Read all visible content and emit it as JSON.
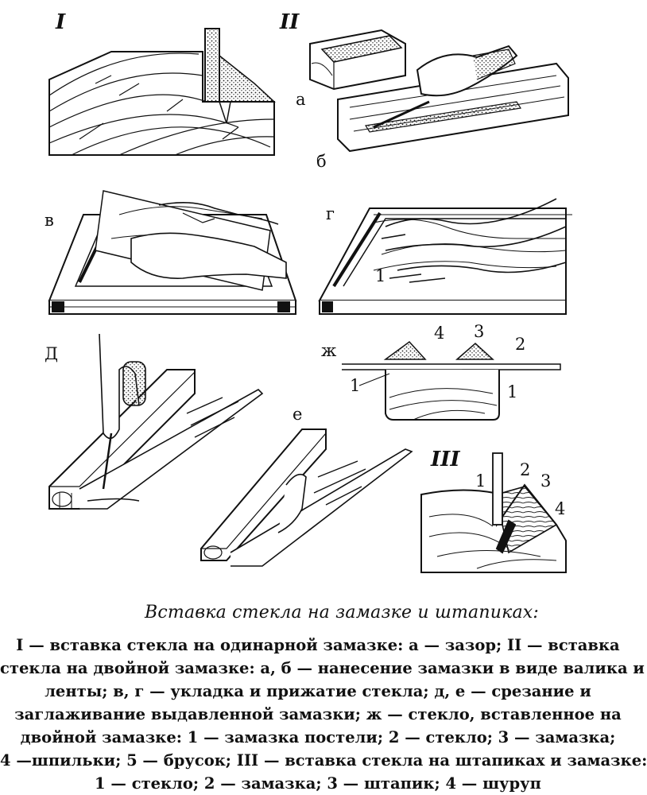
{
  "figure": {
    "labels": {
      "I": "I",
      "II": "II",
      "III": "III",
      "a": "а",
      "b": "б",
      "v": "в",
      "g": "г",
      "d": "Д",
      "e": "е",
      "zh": "ж",
      "g_1": "1",
      "zh_1": "1",
      "zh_1b": "1",
      "zh_2": "2",
      "zh_3": "3",
      "zh_4": "4",
      "iii_1": "1",
      "iii_2": "2",
      "iii_3": "3",
      "iii_4": "4"
    }
  },
  "caption": {
    "title": "Вставка стекла на замазке и штапиках:",
    "lines": [
      "I — вставка стекла на одинарной замазке: а — зазор; II — вставка",
      "стекла на двойной замазке: а, б — нанесение замазки в виде валика и",
      "ленты; в, г — укладка и прижатие стекла; д, е — срезание и",
      "заглаживание выдавленной замазки; ж — стекло, вставленное на",
      "двойной замазке: 1 — замазка постели; 2 — стекло; 3 — замазка;",
      "4 —шпильки; 5 — брусок; III — вставка стекла на штапиках и замазке:",
      "1 — стекло; 2 — замазка; 3 — штапик; 4 — шуруп"
    ]
  }
}
